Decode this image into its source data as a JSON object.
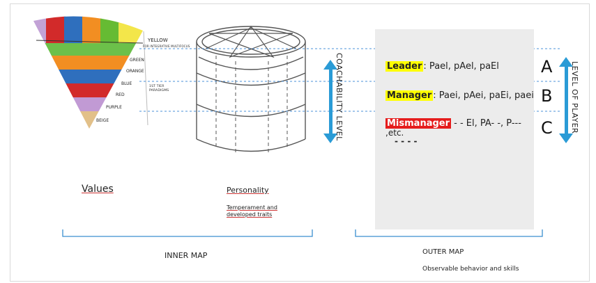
{
  "spiral": {
    "yellow": "YELLOW",
    "yellow_sub": "FOR INTEGRATIVE MULTIFOCUS",
    "green": "GREEN",
    "orange": "ORANGE",
    "blue": "BLUE",
    "red": "RED",
    "purple": "PURPLE",
    "beige": "BEIGE",
    "tier": "1ST TIER\nPARADIGMS"
  },
  "left": {
    "values_title": "Values",
    "personality_title": "Personality",
    "personality_sub": "Temperament and developed traits",
    "inner_map": "INNER MAP"
  },
  "coachability": "COACHABILITY LEVEL",
  "level_of_player": "LEVEL OF PLAYER",
  "panel": {
    "row_a": {
      "tag": "Leader",
      "text": ": Pael, pAel, paEl",
      "letter": "A"
    },
    "row_b": {
      "tag": "Manager",
      "text": ": Paei, pAei, paEi, paei",
      "letter": "B"
    },
    "row_c": {
      "tag": "Mismanager",
      "text": " - - El, PA- -, P---",
      "line2": ",etc.",
      "line3": "- - - -",
      "letter": "C"
    }
  },
  "outer_map": "OUTER MAP",
  "outer_sub": "Observable behavior and skills",
  "colors": {
    "yellow_hl": "#ffff00",
    "red_hl": "#e51c1c",
    "arrow": "#2a9bd6",
    "dashed": "#4a90d9",
    "panel_bg": "#ececec"
  }
}
